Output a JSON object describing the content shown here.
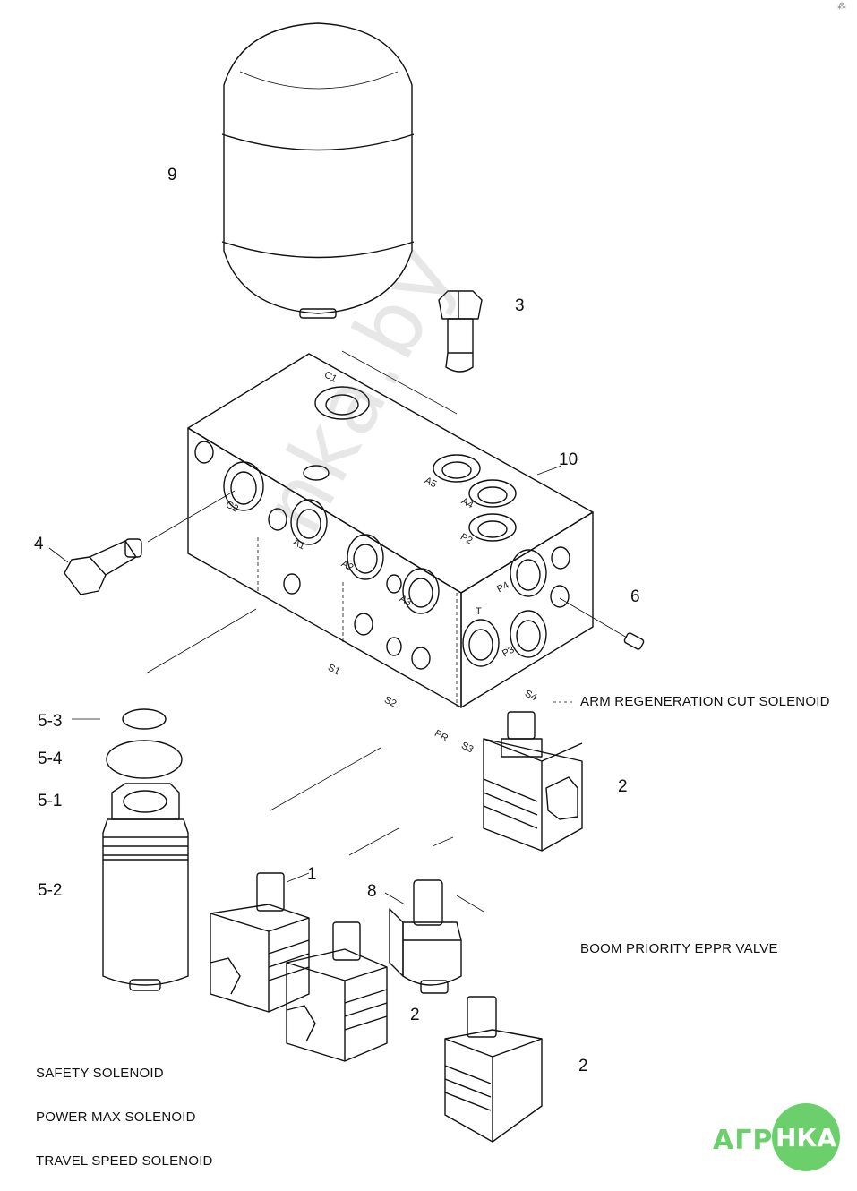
{
  "part_numbers": {
    "n9": "9",
    "n3": "3",
    "n10": "10",
    "n4": "4",
    "n6": "6",
    "n5_3": "5-3",
    "n5_4": "5-4",
    "n5_1": "5-1",
    "n5_2": "5-2",
    "n2a": "2",
    "n1": "1",
    "n8": "8",
    "n2b": "2",
    "n2c": "2"
  },
  "ports": {
    "c1": "C1",
    "c2": "C2",
    "a1": "A1",
    "a2": "A2",
    "a3": "A3",
    "a4": "A4",
    "a5": "A5",
    "p2": "P2",
    "p3": "P3",
    "p4": "P4",
    "t": "T",
    "s1": "S1",
    "s2": "S2",
    "s3": "S3",
    "s4": "S4",
    "pr": "PR"
  },
  "captions": {
    "arm_regen": "ARM REGENERATION CUT SOLENOID",
    "boom_priority": "BOOM PRIORITY EPPR VALVE",
    "safety": "SAFETY SOLENOID",
    "power_max": "POWER MAX SOLENOID",
    "travel_speed": "TRAVEL SPEED SOLENOID"
  },
  "watermark": "nka.by",
  "logo": {
    "left": "АГРО",
    "right": "НКА",
    "color": "#6bd06b"
  },
  "corner_mark": "⁂"
}
